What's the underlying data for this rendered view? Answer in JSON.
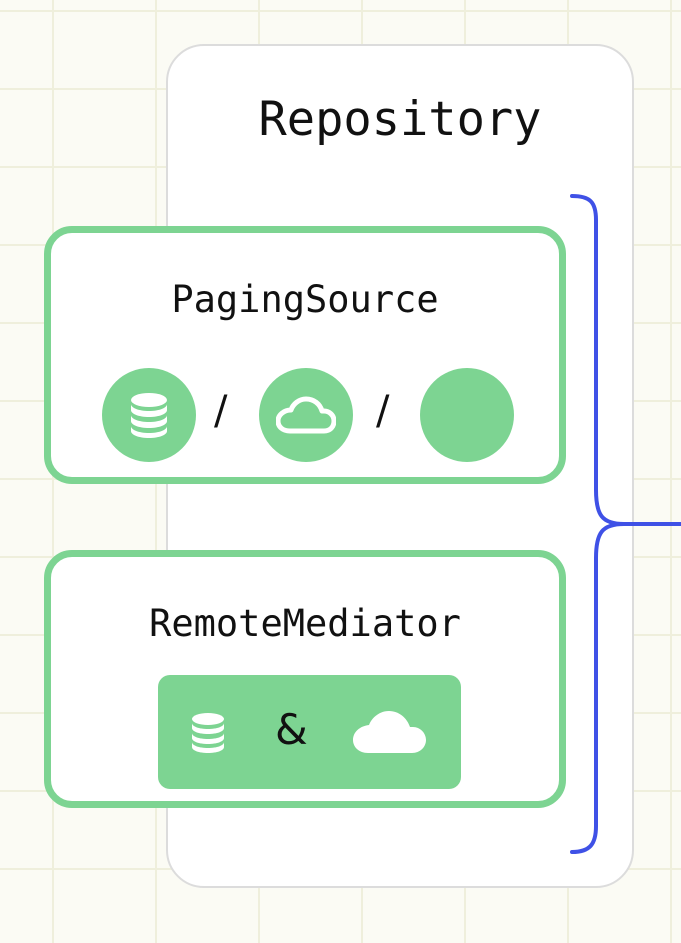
{
  "repository": {
    "title": "Repository"
  },
  "paging_source": {
    "title": "PagingSource",
    "separator": "/",
    "icons": [
      "database-icon",
      "cloud-icon",
      "generic-source-icon"
    ]
  },
  "remote_mediator": {
    "title": "RemoteMediator",
    "connector": "&",
    "icons": [
      "database-icon",
      "cloud-icon"
    ]
  },
  "colors": {
    "accent_green": "#7dd492",
    "icon_fill": "#ffffff",
    "bracket_blue": "#3f51e6",
    "container_border": "#dcdcdc"
  }
}
